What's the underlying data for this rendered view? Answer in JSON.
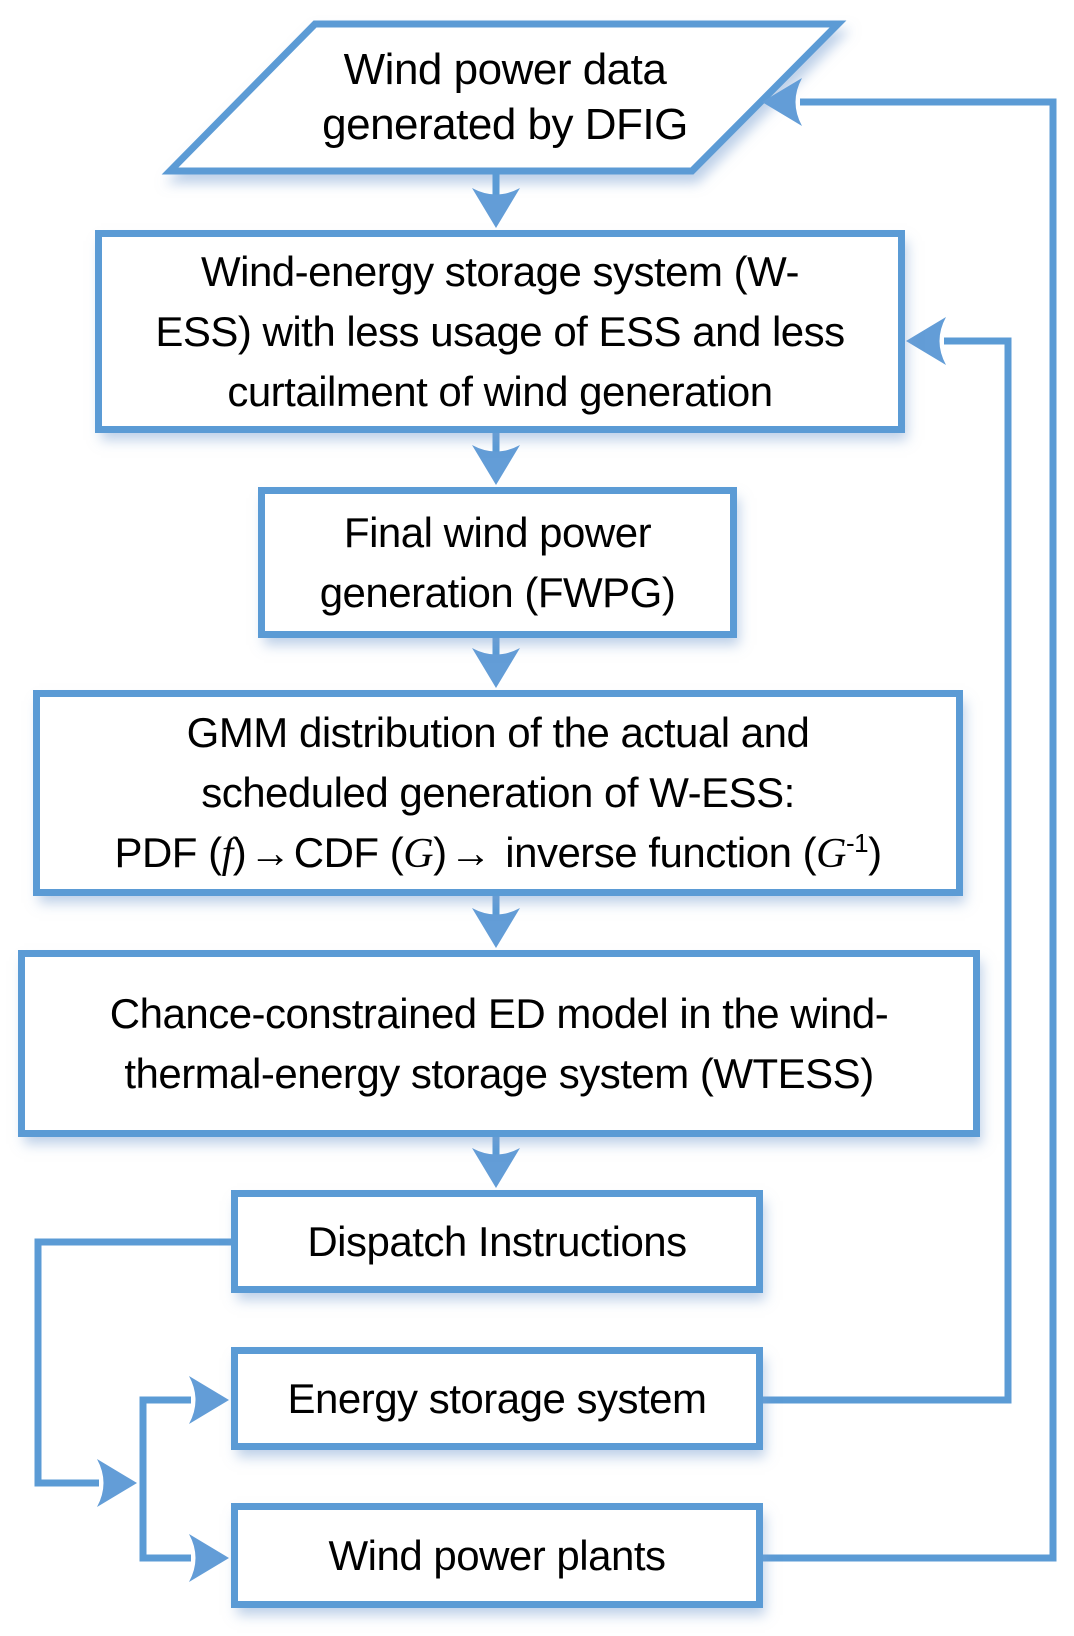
{
  "title": "Flowchart: chance-constrained economic dispatch with wind-energy storage",
  "colors": {
    "accent": "#5B9BD5",
    "arrowhead": "#639DD7",
    "text": "#000000",
    "background": "#FFFFFF"
  },
  "nodes": {
    "wind_data": {
      "shape": "parallelogram",
      "lines": [
        "Wind power data",
        "generated by DFIG"
      ]
    },
    "wess": {
      "shape": "rectangle",
      "lines": [
        "Wind-energy storage system (W-",
        "ESS) with less usage of ESS and less",
        "curtailment of wind generation"
      ]
    },
    "fwpg": {
      "shape": "rectangle",
      "lines": [
        "Final wind power",
        "generation (FWPG)"
      ]
    },
    "gmm": {
      "shape": "rectangle",
      "lines": [
        "GMM distribution of the actual and",
        "scheduled generation of W-ESS:"
      ],
      "formula": {
        "prefix": "PDF (",
        "f": "f",
        "mid1": ")",
        "arrow1": "→",
        "mid2": "CDF (",
        "g1": "G",
        "mid3": ")",
        "arrow2": "→",
        "mid4": " inverse function (",
        "g2": "G",
        "sup": "-1",
        "suffix": ")"
      }
    },
    "wtess": {
      "shape": "rectangle",
      "lines": [
        "Chance-constrained ED model in the wind-",
        "thermal-energy storage system (WTESS)"
      ]
    },
    "dispatch": {
      "shape": "rectangle",
      "lines": [
        "Dispatch Instructions"
      ]
    },
    "ess": {
      "shape": "rectangle",
      "lines": [
        "Energy storage system"
      ]
    },
    "wpp": {
      "shape": "rectangle",
      "lines": [
        "Wind power plants"
      ]
    }
  }
}
